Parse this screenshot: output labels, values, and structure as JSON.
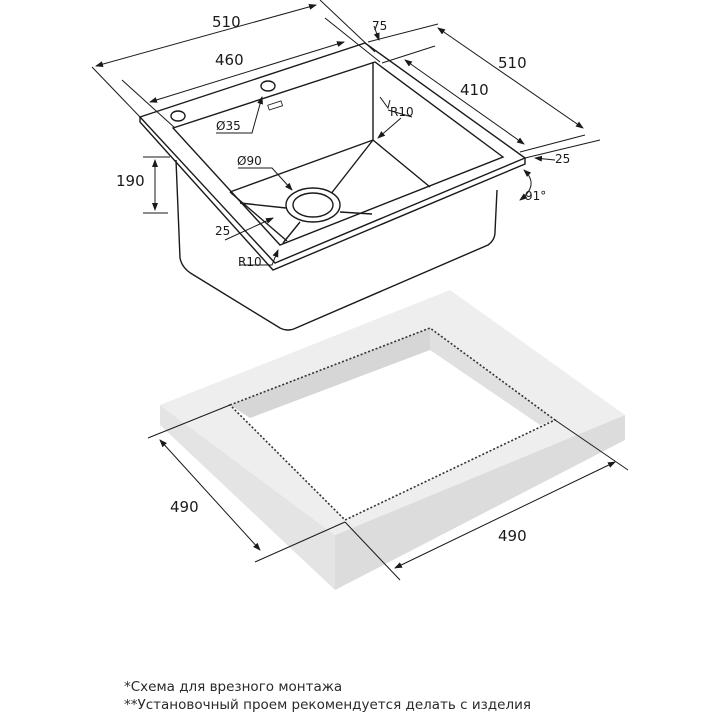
{
  "sink": {
    "dimensions": {
      "overall_width": "510",
      "bowl_width": "460",
      "back_ledge": "75",
      "overall_depth": "510",
      "bowl_depth": "410",
      "rim_right": "25",
      "side_angle": "91°",
      "corner_radius_top": "R10",
      "tap_hole": "Ø35",
      "drain": "Ø90",
      "bowl_height": "190",
      "rim_front": "25",
      "corner_radius_bottom": "R10"
    }
  },
  "countertop": {
    "cutout_left": "490",
    "cutout_right": "490"
  },
  "notes": [
    "*Схема для врезного монтажа",
    "**Установочный проем рекомендуется делать с изделия"
  ]
}
